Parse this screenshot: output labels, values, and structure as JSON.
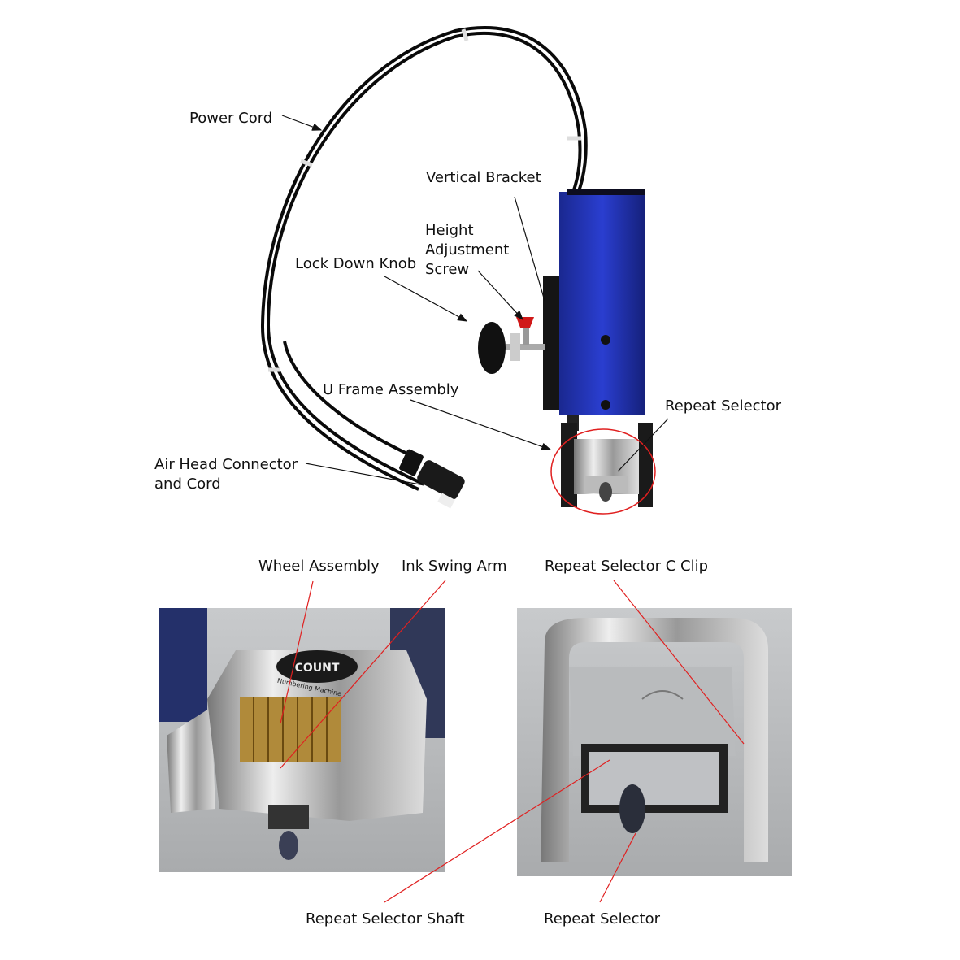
{
  "labels": {
    "power_cord": "Power Cord",
    "vertical_bracket": "Vertical Bracket",
    "height_adjustment_screw": [
      "Height",
      "Adjustment",
      "Screw"
    ],
    "lock_down_knob": "Lock Down Knob",
    "u_frame_assembly": "U Frame Assembly",
    "repeat_selector_top": "Repeat Selector",
    "air_head_connector": [
      "Air Head Connector",
      "and Cord"
    ],
    "wheel_assembly": "Wheel Assembly",
    "ink_swing_arm": "Ink Swing Arm",
    "repeat_selector_c_clip": "Repeat Selector C Clip",
    "repeat_selector_shaft": "Repeat Selector Shaft",
    "repeat_selector_bottom": "Repeat Selector"
  },
  "photo_text": {
    "brand": "COUNT",
    "subtitle": "Numbering Machine"
  },
  "colors": {
    "bracket_blue": "#1f2fb0",
    "callout_red": "#e02020",
    "cord_black": "#0a0a0a"
  }
}
